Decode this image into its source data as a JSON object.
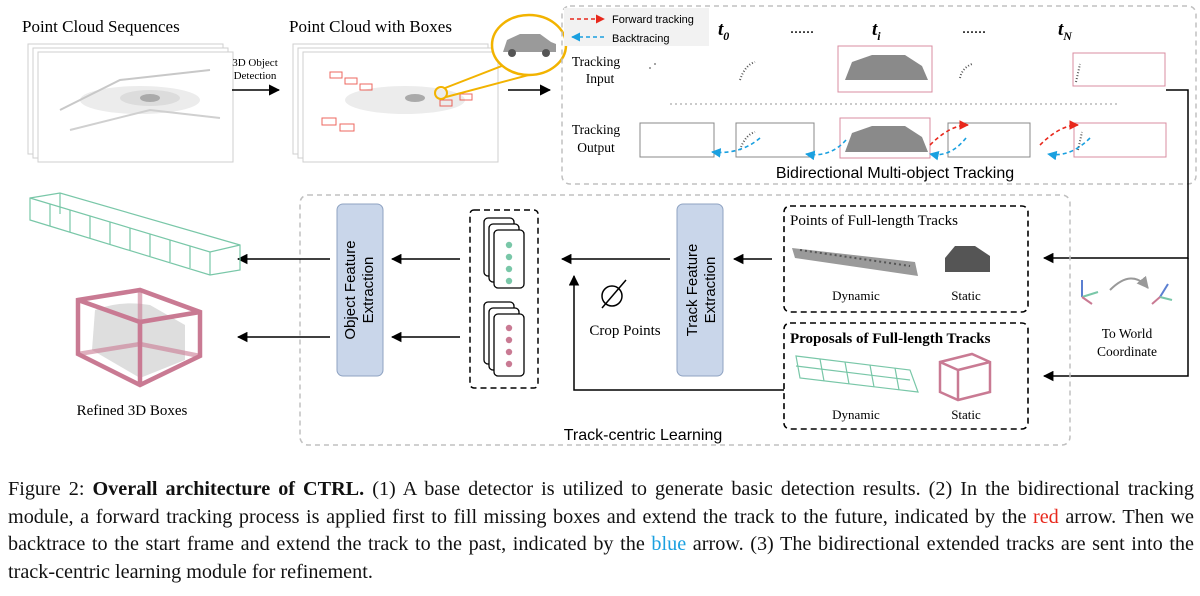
{
  "figure": {
    "labels": {
      "point_cloud_sequences": "Point Cloud Sequences",
      "point_cloud_with_boxes": "Point Cloud with Boxes",
      "detection_line1": "3D Object",
      "detection_line2": "Detection",
      "tracking_input_line1": "Tracking",
      "tracking_input_line2": "Input",
      "tracking_output_line1": "Tracking",
      "tracking_output_line2": "Output",
      "t0": "t",
      "t0_sub": "0",
      "ti": "t",
      "ti_sub": "i",
      "tN": "t",
      "tN_sub": "N",
      "ellipsis1": "......",
      "ellipsis2": "......",
      "bidirectional_tracking": "Bidirectional Multi-object Tracking",
      "points_full_tracks": "Points of Full-length Tracks",
      "proposals_full_tracks": "Proposals of Full-length Tracks",
      "dynamic1": "Dynamic",
      "static1": "Static",
      "dynamic2": "Dynamic",
      "static2": "Static",
      "to_world_line1": "To World",
      "to_world_line2": "Coordinate",
      "track_feature_line1": "Track Feature",
      "track_feature_line2": "Extraction",
      "object_feature_line1": "Object Feature",
      "object_feature_line2": "Extraction",
      "crop_points": "Crop Points",
      "refined_boxes": "Refined 3D Boxes",
      "track_centric_learning": "Track-centric Learning"
    },
    "legend": {
      "forward": "Forward tracking",
      "backward": "Backtracing"
    },
    "colors": {
      "forward": "#e8281c",
      "backward": "#1aa0e0",
      "dynamic_box": "#79c7a8",
      "static_box": "#c97a93",
      "feature_box_fill": "#c9d6ea",
      "feature_box_stroke": "#8fa3c2",
      "highlight": "#f2b300",
      "frame_box": "#d98ca0"
    }
  },
  "caption": {
    "prefix": "Figure 2: ",
    "title": "Overall architecture of CTRL.",
    "part1": " (1) A base detector is utilized to generate basic detection results. (2) In the bidirectional tracking module, a forward tracking process is applied first to fill missing boxes and extend the track to the future, indicated by the ",
    "red_word": "red",
    "part2": " arrow. Then we backtrace to the start frame and extend the track to the past, indicated by the ",
    "blue_word": "blue",
    "part3": " arrow. (3) The bidirectional extended tracks are sent into the track-centric learning module for refinement."
  }
}
